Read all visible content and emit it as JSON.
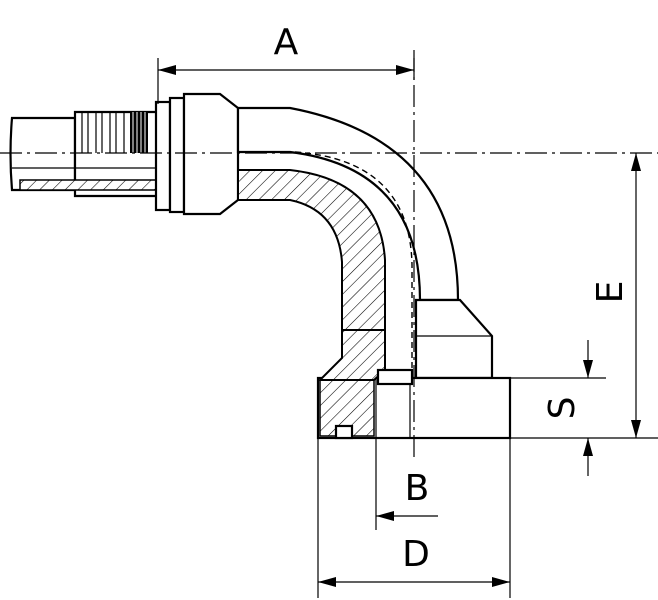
{
  "figure": {
    "dimension_labels": {
      "a": "A",
      "b": "B",
      "d": "D",
      "e": "E",
      "s": "S"
    }
  }
}
